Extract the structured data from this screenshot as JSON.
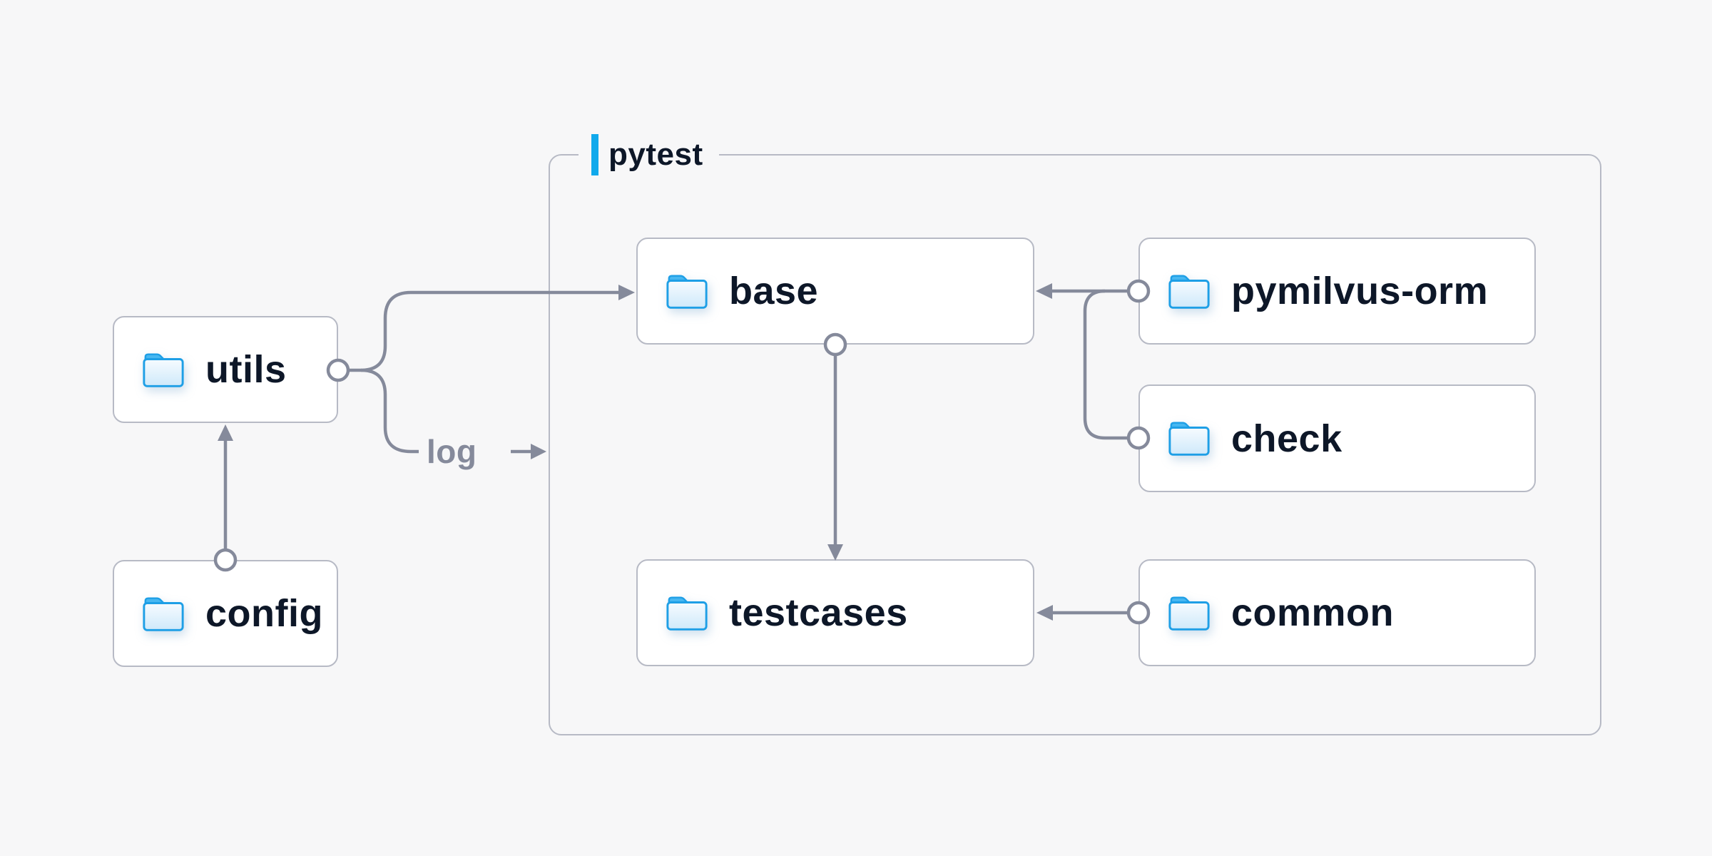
{
  "group": {
    "label": "pytest"
  },
  "nodes": [
    {
      "id": "utils",
      "label": "utils"
    },
    {
      "id": "config",
      "label": "config"
    },
    {
      "id": "base",
      "label": "base"
    },
    {
      "id": "pymilvus-orm",
      "label": "pymilvus-orm"
    },
    {
      "id": "check",
      "label": "check"
    },
    {
      "id": "testcases",
      "label": "testcases"
    },
    {
      "id": "common",
      "label": "common"
    }
  ],
  "edges": [
    {
      "from": "config",
      "to": "utils",
      "style": "arrow-into-utils"
    },
    {
      "from": "utils",
      "to": "base",
      "style": "arrow-into-base"
    },
    {
      "from": "utils",
      "to": "pytest",
      "label": "log",
      "style": "arrow-into-pytest-group"
    },
    {
      "from": "pymilvus-orm",
      "to": "base",
      "style": "arrow-into-base"
    },
    {
      "from": "check",
      "to": "base",
      "style": "arrow-into-base"
    },
    {
      "from": "base",
      "to": "testcases",
      "style": "arrow-into-testcases"
    },
    {
      "from": "common",
      "to": "testcases",
      "style": "arrow-into-testcases"
    }
  ],
  "edge_labels": {
    "log": "log"
  },
  "icons": {
    "node_icon": "folder-icon"
  },
  "colors": {
    "bg": "#f7f7f8",
    "node-bg": "#ffffff",
    "node-border": "#b7bac5",
    "line": "#858a9b",
    "text": "#0d1728",
    "muted": "#858a9b",
    "accent": "#10a9ec",
    "folder-stroke": "#1e9fe6",
    "folder-tab": "#47b7f1",
    "folder-fill-top": "#f6fbff",
    "folder-fill-bottom": "#cfe9fa"
  }
}
